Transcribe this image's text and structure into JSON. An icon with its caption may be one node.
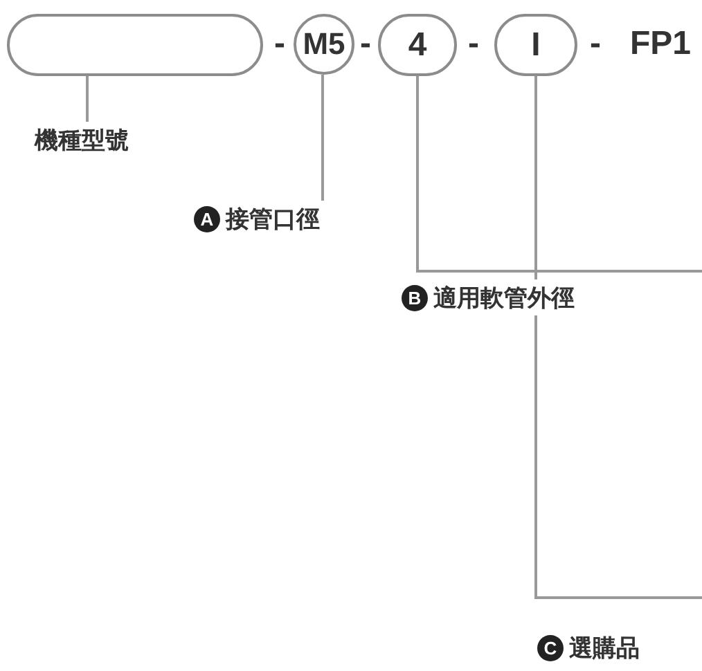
{
  "diagram": {
    "nodes": [
      {
        "text": [],
        "shape": "box"
      },
      {
        "text": [
          "M5"
        ]
      },
      {
        "text": [
          "4"
        ]
      },
      {
        "text": [
          "I"
        ]
      },
      {
        "text": [
          "FP1"
        ]
      },
      {
        "text": [
          "機種型號"
        ]
      },
      {
        "text": [
          "A",
          "接管口徑"
        ]
      },
      {
        "text": [
          "B",
          "適用軟管外徑"
        ]
      },
      {
        "text": [
          "C",
          "選購品"
        ]
      }
    ],
    "edges": [
      {
        "from": 5,
        "to": 0,
        "arrow": "none"
      },
      {
        "from": 6,
        "to": 1,
        "arrow": "none"
      },
      {
        "from": 7,
        "to": 2,
        "arrow": "none"
      },
      {
        "from": 7,
        "to": 3,
        "arrow": "none"
      },
      {
        "from": 7,
        "to": null,
        "arrow": "none"
      }
    ],
    "labels": [
      "-",
      "-",
      "-",
      "-"
    ]
  }
}
